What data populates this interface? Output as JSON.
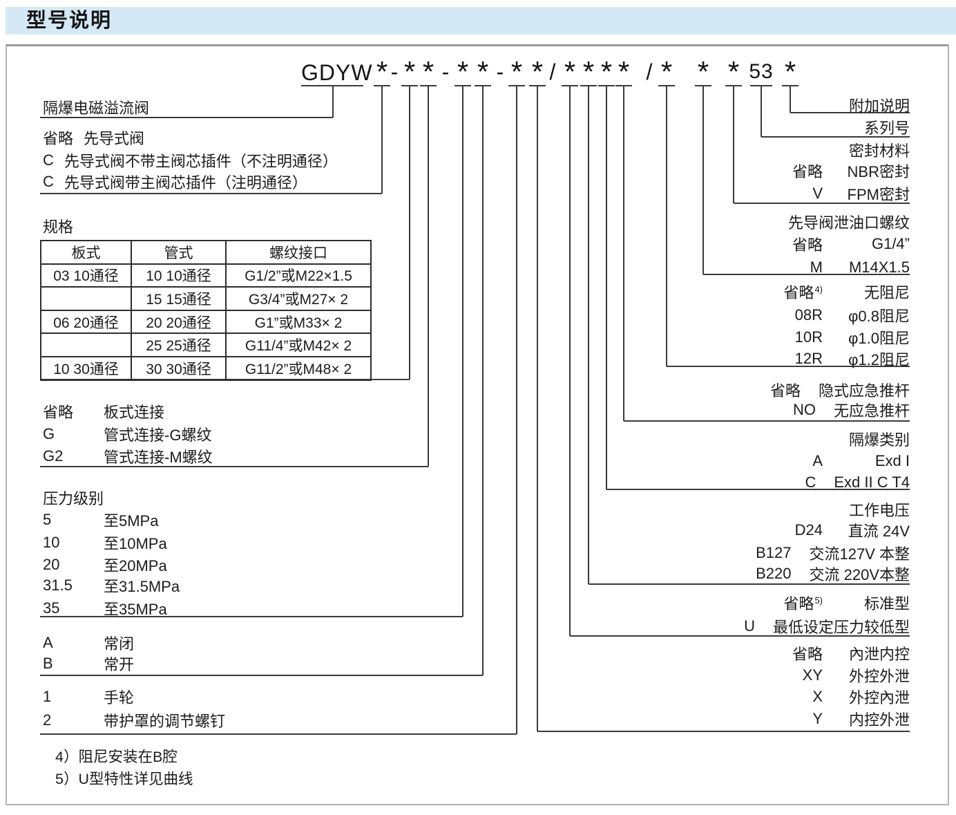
{
  "page_title": "型号说明",
  "colors": {
    "header_bar": "#d4e8f5",
    "line": "#3a3a3a"
  },
  "code": {
    "prefix": "GDYW",
    "tokens": [
      "*",
      "-",
      "*",
      "*",
      "-",
      "*",
      "*",
      "-",
      "*",
      "*",
      "/",
      "*",
      "*",
      "*",
      "*",
      "/",
      "*",
      "*",
      "*",
      "53",
      "*"
    ]
  },
  "left": {
    "rows": [
      {
        "text": "隔爆电磁溢流阀"
      },
      {
        "value": "省略",
        "desc": "先导式阀"
      },
      {
        "value": "C",
        "desc": "先导式阀不带主阀芯插件（不注明通径）"
      },
      {
        "value": "C",
        "desc": "先导式阀带主阀芯插件（注明通径）"
      },
      {
        "text": "规格"
      },
      {
        "value": "省略",
        "desc": "板式连接"
      },
      {
        "value": "G",
        "desc": "管式连接-G螺纹"
      },
      {
        "value": "G2",
        "desc": "管式连接-M螺纹"
      },
      {
        "text": "压力级别"
      },
      {
        "value": "5",
        "desc": "至5MPa"
      },
      {
        "value": "10",
        "desc": "至10MPa"
      },
      {
        "value": "20",
        "desc": "至20MPa"
      },
      {
        "value": "31.5",
        "desc": "至31.5MPa"
      },
      {
        "value": "35",
        "desc": "至35MPa"
      },
      {
        "value": "A",
        "desc": "常闭"
      },
      {
        "value": "B",
        "desc": "常开"
      },
      {
        "value": "1",
        "desc": "手轮"
      },
      {
        "value": "2",
        "desc": "带护罩的调节螺钉"
      }
    ]
  },
  "table": {
    "headers": [
      "板式",
      "管式",
      "螺纹接口"
    ],
    "rows": [
      [
        "03 10通径",
        "10 10通径",
        "G1/2”或M22×1.5"
      ],
      [
        "",
        "15 15通径",
        "G3/4”或M27× 2"
      ],
      [
        "06 20通径",
        "20 20通径",
        "G1”或M33× 2"
      ],
      [
        "",
        "25 25通径",
        "G11/4”或M42× 2"
      ],
      [
        "10 30通径",
        "30 30通径",
        "G11/2”或M48× 2"
      ]
    ]
  },
  "right": {
    "rows": [
      {
        "text": "附加说明"
      },
      {
        "text": "系列号"
      },
      {
        "text": "密封材料"
      },
      {
        "value": "省略",
        "desc": "NBR密封"
      },
      {
        "value": "V",
        "desc": "FPM密封"
      },
      {
        "text": "先导阀泄油口螺纹"
      },
      {
        "value": "省略",
        "desc": "G1/4”"
      },
      {
        "value": "M",
        "desc": "M14X1.5"
      },
      {
        "value": "省略",
        "sup": "4)",
        "desc": "无阻尼"
      },
      {
        "value": "08R",
        "desc": "φ0.8阻尼"
      },
      {
        "value": "10R",
        "desc": "φ1.0阻尼"
      },
      {
        "value": "12R",
        "desc": "φ1.2阻尼"
      },
      {
        "value": "省略",
        "desc": "隐式应急推杆"
      },
      {
        "value": "NO",
        "desc": "无应急推杆"
      },
      {
        "text": "隔爆类别"
      },
      {
        "value": "A",
        "desc": "Exd I"
      },
      {
        "value": "C",
        "desc": "Exd II C T4"
      },
      {
        "text": "工作电压"
      },
      {
        "value": "D24",
        "desc": "直流 24V"
      },
      {
        "value": "B127",
        "desc": "交流127V 本整"
      },
      {
        "value": "B220",
        "desc": "交流 220V本整"
      },
      {
        "value": "省略",
        "sup": "5)",
        "desc": "标准型"
      },
      {
        "value": "U",
        "desc": "最低设定压力较低型"
      },
      {
        "value": "省略",
        "desc": "內泄内控"
      },
      {
        "value": "XY",
        "desc": "外控外泄"
      },
      {
        "value": "X",
        "desc": "外控內泄"
      },
      {
        "value": "Y",
        "desc": "内控外泄"
      }
    ]
  },
  "footnotes": [
    "4）阻尼安装在B腔",
    "5）U型特性详见曲线"
  ]
}
